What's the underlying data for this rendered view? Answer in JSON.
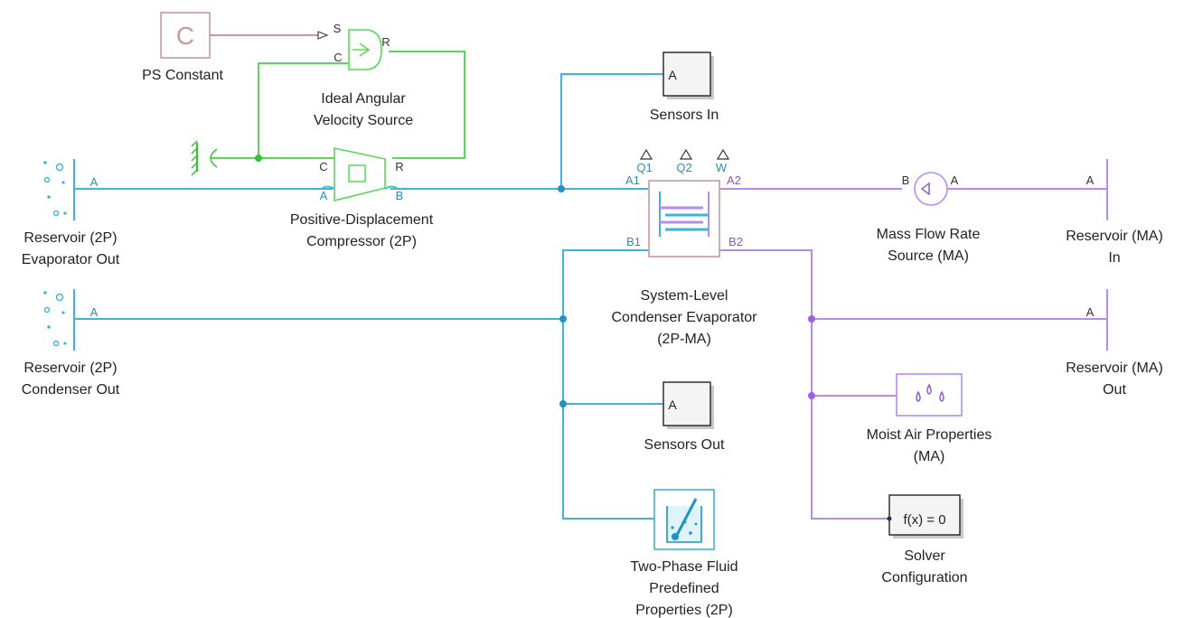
{
  "blocks": {
    "ps_constant": {
      "label": "PS Constant",
      "symbol": "C"
    },
    "angular_source": {
      "label_line1": "Ideal Angular",
      "label_line2": "Velocity Source",
      "port_s": "S",
      "port_c": "C",
      "port_r": "R"
    },
    "compressor": {
      "label_line1": "Positive-Displacement",
      "label_line2": "Compressor (2P)",
      "port_c": "C",
      "port_r": "R",
      "port_a": "A",
      "port_b": "B"
    },
    "reservoir_evap": {
      "label_line1": "Reservoir (2P)",
      "label_line2": "Evaporator Out",
      "port_a": "A"
    },
    "reservoir_cond": {
      "label_line1": "Reservoir (2P)",
      "label_line2": "Condenser Out",
      "port_a": "A"
    },
    "sensors_in": {
      "label": "Sensors In",
      "symbol": "A"
    },
    "sensors_out": {
      "label": "Sensors Out",
      "symbol": "A"
    },
    "condenser_evaporator": {
      "label_line1": "System-Level",
      "label_line2": "Condenser Evaporator",
      "label_line3": "(2P-MA)",
      "port_q1": "Q1",
      "port_q2": "Q2",
      "port_w": "W",
      "port_a1": "A1",
      "port_a2": "A2",
      "port_b1": "B1",
      "port_b2": "B2"
    },
    "mass_flow_source": {
      "label_line1": "Mass Flow Rate",
      "label_line2": "Source (MA)",
      "port_a": "A",
      "port_b": "B"
    },
    "reservoir_ma_in": {
      "label_line1": "Reservoir (MA)",
      "label_line2": "In",
      "port_a": "A"
    },
    "reservoir_ma_out": {
      "label_line1": "Reservoir (MA)",
      "label_line2": "Out",
      "port_a": "A"
    },
    "moist_air_properties": {
      "label_line1": "Moist Air Properties",
      "label_line2": "(MA)"
    },
    "solver_configuration": {
      "label_line1": "Solver",
      "label_line2": "Configuration",
      "symbol": "f(x) = 0"
    },
    "two_phase_properties": {
      "label_line1": "Two-Phase Fluid",
      "label_line2": "Predefined",
      "label_line3": "Properties (2P)"
    }
  },
  "icons": [
    "mechanical-reference-icon",
    "droplets-icon",
    "beaker-thermometer-icon",
    "reservoir-bubbles-icon",
    "heat-exchanger-icon",
    "pump-icon"
  ],
  "colors": {
    "two_phase_wire": "#3fb4d8",
    "mechanical_wire": "#5bd65b",
    "moist_air_wire": "#b68cf2",
    "physical_signal_wire": "#b07a7a"
  }
}
